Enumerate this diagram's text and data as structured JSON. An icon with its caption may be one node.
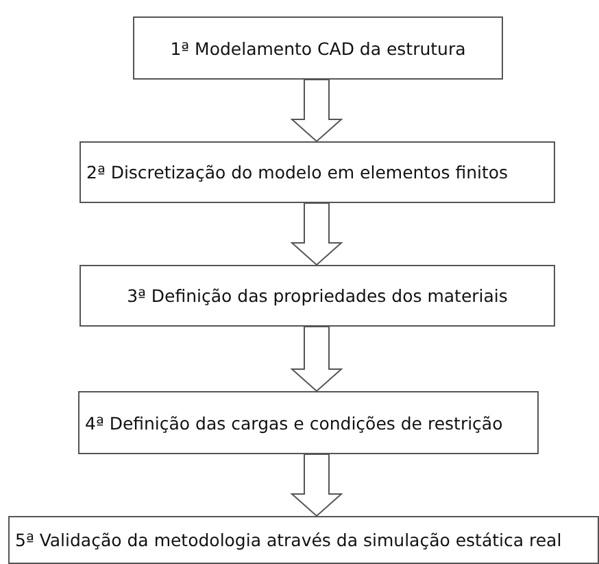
{
  "diagram": {
    "nodes": [
      {
        "text": [
          "1ª Modelamento CAD da estrutura"
        ]
      },
      {
        "text": [
          "2ª Discretização do modelo em elementos finitos"
        ]
      },
      {
        "text": [
          "3ª Definição das propriedades dos materiais"
        ]
      },
      {
        "text": [
          "4ª Definição das cargas e condições de restrição"
        ]
      },
      {
        "text": [
          "5ª Validação da metodologia através da simulação estática real"
        ]
      }
    ],
    "edges": [
      {
        "from": 0,
        "to": 1,
        "arrow": "to"
      },
      {
        "from": 1,
        "to": 2,
        "arrow": "to"
      },
      {
        "from": 2,
        "to": 3,
        "arrow": "to"
      },
      {
        "from": 3,
        "to": 4,
        "arrow": "to"
      }
    ]
  }
}
